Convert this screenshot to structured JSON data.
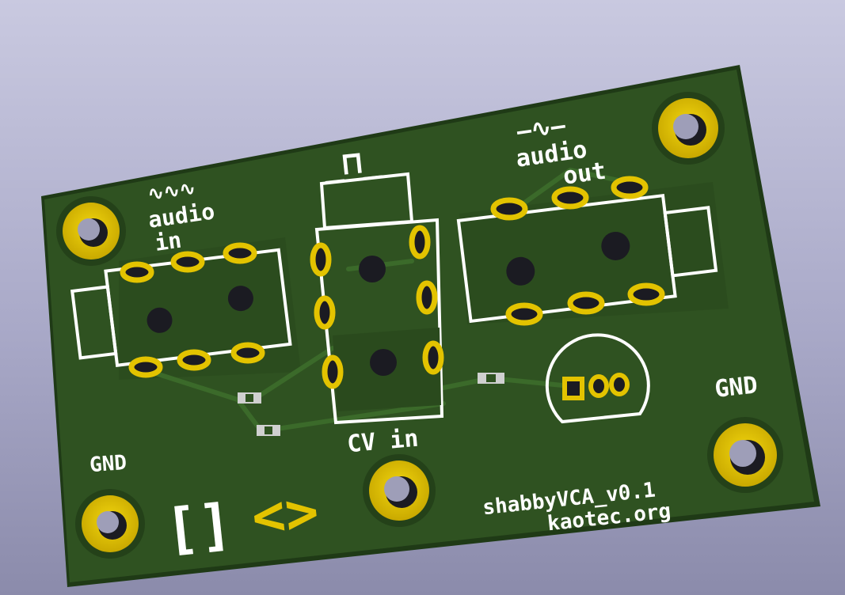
{
  "board": {
    "title": "shabbyVCA_v0.1",
    "url": "kaotec.org",
    "colors": {
      "soldermask": "#2f5221",
      "copper_pad": "#e3c300",
      "copper_dark": "#b69a00",
      "silkscreen": "#ffffff",
      "background": "#b4b4d0"
    }
  },
  "labels": {
    "audio_in_symbol": "∿∿∿",
    "audio_in_line1": "audio",
    "audio_in_line2": "in",
    "cv_symbol": "_⊓_",
    "cv_label": "CV in",
    "audio_out_symbol": "–∿–",
    "audio_out_line1": "audio",
    "audio_out_line2": "out",
    "gnd_top_right": "GND",
    "gnd_bottom_left": "GND",
    "logo_bracket": "[]",
    "logo_angle": "<>"
  }
}
